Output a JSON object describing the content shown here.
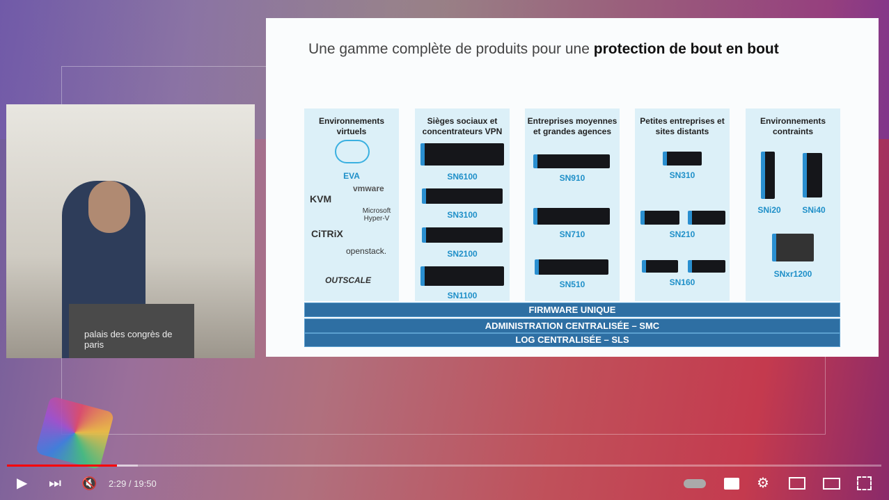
{
  "slide": {
    "title_regular": "Une gamme complète de produits pour une ",
    "title_bold": "protection de bout en bout",
    "columns": [
      {
        "heading": "Environnements virtuels",
        "products": [
          "EVA"
        ],
        "logos": [
          "vmware",
          "KVM",
          "Microsoft Hyper-V",
          "CiTRiX",
          "openstack.",
          "OUTSCALE"
        ]
      },
      {
        "heading": "Sièges sociaux et concentrateurs VPN",
        "products": [
          "SN6100",
          "SN3100",
          "SN2100",
          "SN1100"
        ]
      },
      {
        "heading": "Entreprises moyennes et grandes agences",
        "products": [
          "SN910",
          "SN710",
          "SN510"
        ]
      },
      {
        "heading": "Petites entreprises et sites distants",
        "products": [
          "SN310",
          "SN210",
          "SN160"
        ]
      },
      {
        "heading": "Environnements contraints",
        "products": [
          "SNi20",
          "SNi40",
          "SNxr1200"
        ]
      }
    ],
    "bars": [
      "FIRMWARE UNIQUE",
      "ADMINISTRATION CENTRALISÉE – SMC",
      "LOG CENTRALISÉE – SLS"
    ]
  },
  "podium_text": "palais des congrès de paris",
  "player": {
    "time_current": "2:29",
    "time_total": "19:50",
    "time_display": "2:29 / 19:50",
    "progress_percent": 12.6,
    "buffered_percent": 15,
    "accent": "#ff0000"
  }
}
